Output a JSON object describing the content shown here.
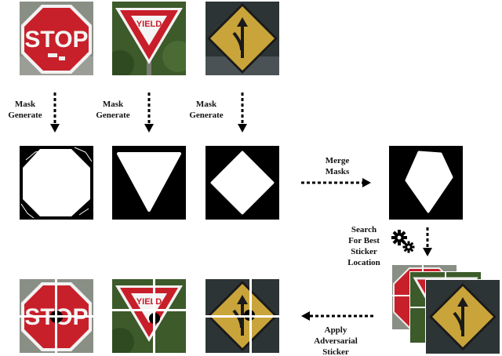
{
  "stop_text": "STOP",
  "yield_text": "YIELD",
  "labels": {
    "mask_generate_1": [
      "Mask",
      "Generate"
    ],
    "mask_generate_2": [
      "Mask",
      "Generate"
    ],
    "mask_generate_3": [
      "Mask",
      "Generate"
    ],
    "merge_masks": [
      "Merge",
      "Masks"
    ],
    "search": [
      "Search",
      "For Best",
      "Sticker",
      "Location"
    ],
    "apply": [
      "Apply",
      "Adversarial",
      "Sticker"
    ]
  },
  "icons": {
    "gears": "gears-icon"
  },
  "colors": {
    "stop_red": "#c8202a",
    "yield_red": "#c81e2a",
    "diamond_yellow": "#c9a43a",
    "foliage": "#3c5a2a",
    "mask_bg": "#000000",
    "mask_fg": "#ffffff"
  }
}
